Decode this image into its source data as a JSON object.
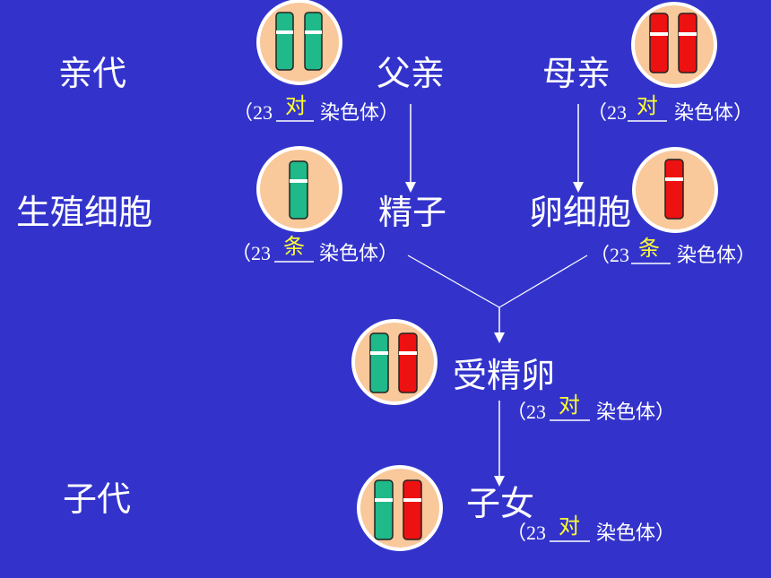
{
  "labels": {
    "parent_gen": "亲代",
    "germ_cell": "生殖细胞",
    "offspring_gen": "子代",
    "father": "父亲",
    "mother": "母亲",
    "sperm": "精子",
    "egg": "卵细胞",
    "zygote": "受精卵",
    "child": "子女"
  },
  "counts": {
    "father": {
      "open": "（23",
      "answer": "对",
      "tail": "染色体）"
    },
    "mother": {
      "open": "（23",
      "answer": "对",
      "tail": "染色体）"
    },
    "sperm": {
      "open": "（23",
      "answer": "条",
      "tail": "染色体）"
    },
    "egg": {
      "open": "（23",
      "answer": "条",
      "tail": "染色体）"
    },
    "zygote": {
      "open": "（23",
      "answer": "对",
      "tail": "染色体）"
    },
    "child": {
      "open": "（23",
      "answer": "对",
      "tail": "染色体）"
    }
  },
  "colors": {
    "background": "#3333cc",
    "cell_fill": "#f9c89b",
    "cell_border": "#ffffff",
    "father_chromosome": "#1fb98a",
    "mother_chromosome": "#ee1111",
    "answer_text": "#ffff33",
    "line": "#ffffff"
  }
}
